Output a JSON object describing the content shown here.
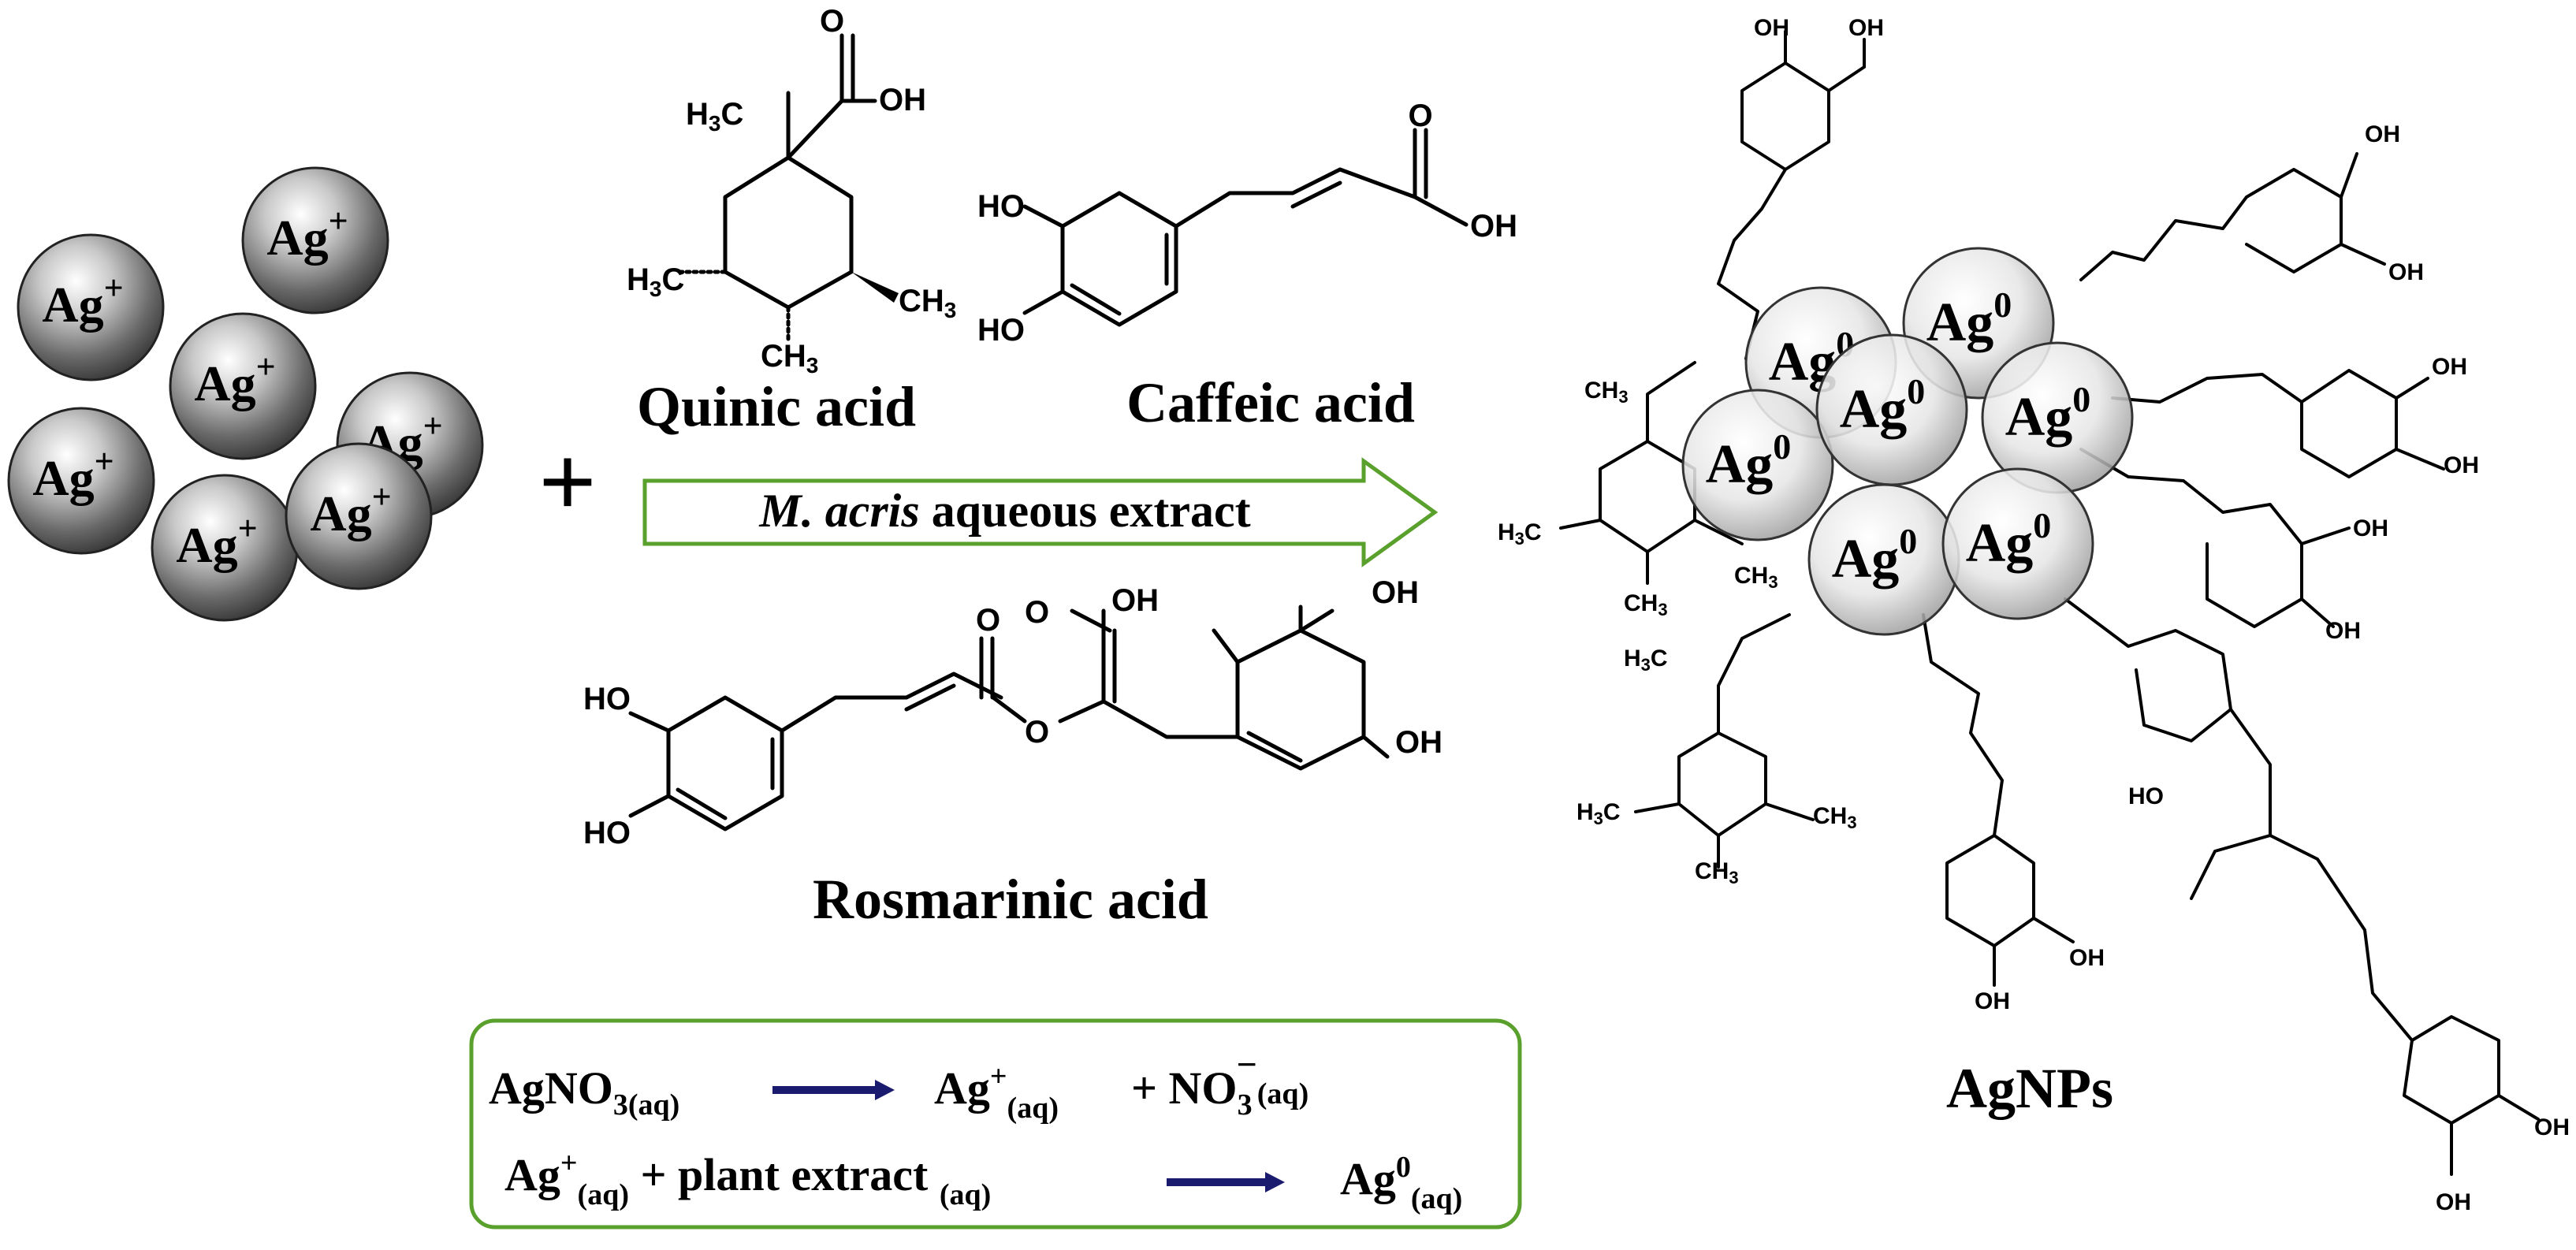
{
  "figure": {
    "ions": [
      "Ag+",
      "Ag+",
      "Ag+",
      "Ag+",
      "Ag+",
      "Ag+",
      "Ag+"
    ],
    "ion_symbol": "Ag",
    "ion_charge": "+",
    "plus_sign": "+",
    "compounds": {
      "quinic": "Quinic acid",
      "caffeic": "Caffeic acid",
      "rosmarinic": "Rosmarinic acid"
    },
    "arrow_label_italic": "M. acris",
    "arrow_label_rest": " aqueous extract",
    "product_label": "AgNPs",
    "nano_atom_symbol": "Ag",
    "nano_atom_charge": "0",
    "colors": {
      "arrow": "#5aa02c",
      "box": "#5aa02c",
      "reaction_arrow": "#1a1a6e"
    }
  },
  "atoms": {
    "oh": "OH",
    "ho": "HO",
    "h3c": "H3C",
    "ch3": "CH3",
    "o": "O"
  },
  "equations": {
    "eq1_reactant": "AgNO3(aq)",
    "eq1_product1": "Ag+(aq)",
    "eq1_plus": "+",
    "eq1_product2": "NO3−(aq)",
    "eq2_reactant1": "Ag+(aq)",
    "eq2_plus": "+",
    "eq2_reactant2": "plant extract (aq)",
    "eq2_product": "Ag0(aq)"
  }
}
